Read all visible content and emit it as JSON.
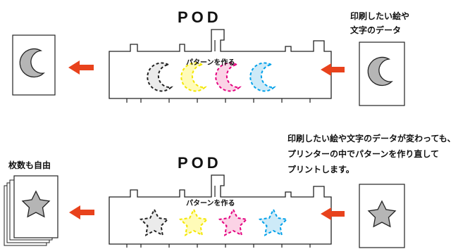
{
  "top": {
    "pod_label": "POD",
    "machine_caption": "パターンを作る",
    "input_caption_line1": "印刷したい絵や",
    "input_caption_line2": "文字のデータ"
  },
  "bottom": {
    "pod_label": "POD",
    "machine_caption": "パターンを作る",
    "output_caption": "枚数も自由",
    "explanation_line1": "印刷したい絵や文字のデータが変わっても、",
    "explanation_line2": "プリンターの中でパターンを作り直して",
    "explanation_line3": "プリントします。"
  },
  "colors": {
    "arrow": "#e8421c",
    "moon_fill": "#b5b5b5",
    "black": "#222222",
    "yellow": "#f3e600",
    "magenta": "#e4007f",
    "cyan": "#00a0e9",
    "black_light": "#ebebeb",
    "yellow_light": "#fffbb8",
    "magenta_light": "#fbd3e6",
    "cyan_light": "#cdeaf8"
  },
  "icons": [
    "moon-icon",
    "star-icon",
    "arrow-left-icon"
  ]
}
